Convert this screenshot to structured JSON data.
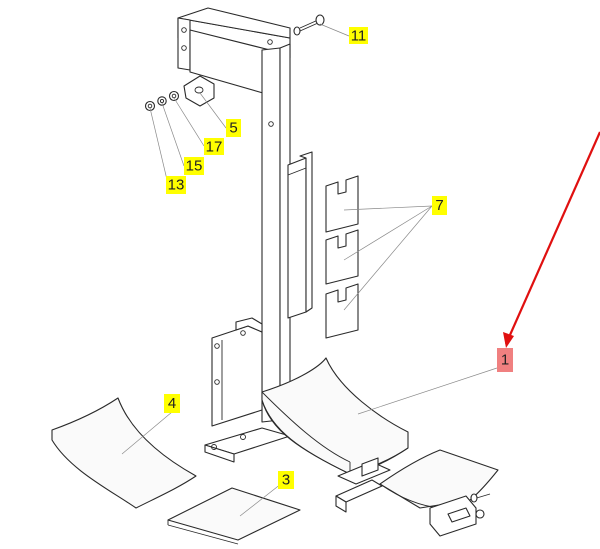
{
  "labels": [
    {
      "text": "11"
    },
    {
      "text": "5"
    },
    {
      "text": "17"
    },
    {
      "text": "15"
    },
    {
      "text": "13"
    },
    {
      "text": "7"
    },
    {
      "text": "1"
    },
    {
      "text": "4"
    },
    {
      "text": "3"
    }
  ],
  "colors": {
    "label_highlight": "#ffff00",
    "selected_highlight": "#f08080",
    "arrow": "#e01010",
    "line": "#2a2a2a"
  }
}
